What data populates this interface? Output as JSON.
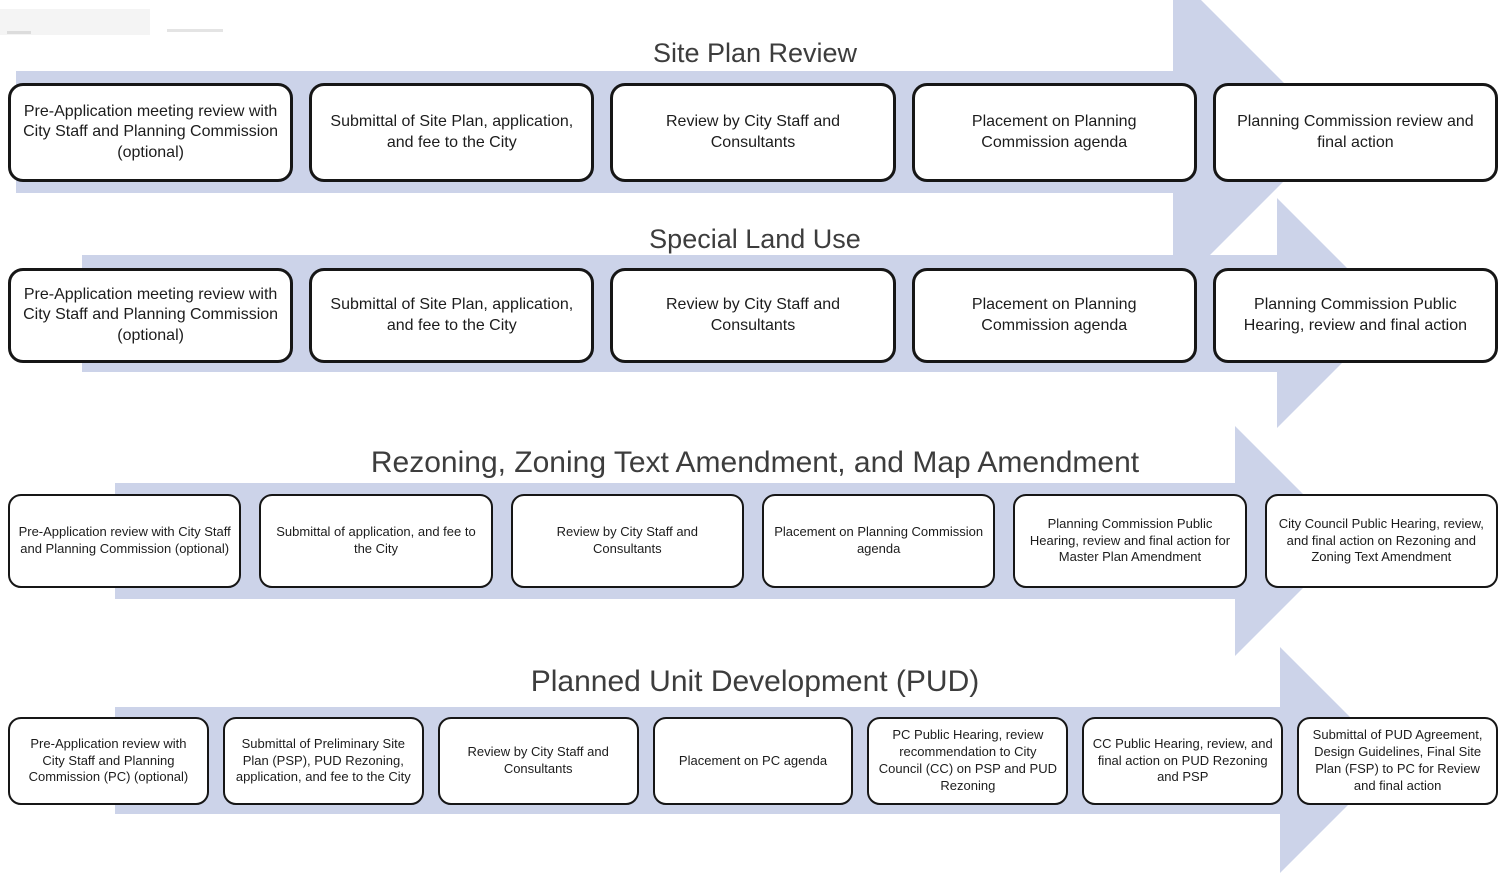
{
  "diagram": {
    "rows": [
      {
        "title": "Site Plan Review",
        "steps": [
          "Pre-Application meeting review with City Staff and Planning Commission (optional)",
          "Submittal of Site Plan, application, and fee to the City",
          "Review by City Staff and Consultants",
          "Placement on Planning Commission agenda",
          "Planning Commission review and final action"
        ]
      },
      {
        "title": "Special Land Use",
        "steps": [
          "Pre-Application meeting review with City Staff and Planning Commission (optional)",
          "Submittal of Site Plan, application, and fee to the City",
          "Review by City Staff and Consultants",
          "Placement on Planning Commission agenda",
          "Planning Commission Public Hearing, review and final action"
        ]
      },
      {
        "title": "Rezoning, Zoning Text Amendment, and Map Amendment",
        "steps": [
          "Pre-Application review with City Staff and Planning Commission (optional)",
          "Submittal of application, and fee to the City",
          "Review by City Staff and Consultants",
          "Placement on Planning Commission agenda",
          "Planning Commission Public Hearing, review and final action for Master Plan Amendment",
          "City Council Public Hearing, review, and final action on Rezoning and Zoning Text Amendment"
        ]
      },
      {
        "title": "Planned Unit Development (PUD)",
        "steps": [
          "Pre-Application review with City Staff and Planning Commission (PC) (optional)",
          "Submittal of Preliminary Site Plan (PSP), PUD Rezoning, application, and fee to the City",
          "Review by City Staff and Consultants",
          "Placement on PC agenda",
          "PC Public Hearing, review recommendation to City Council (CC) on PSP and PUD Rezoning",
          "CC Public Hearing, review, and final action on PUD Rezoning and PSP",
          "Submittal of PUD Agreement, Design Guidelines, Final Site Plan (FSP) to PC for Review and final action"
        ]
      }
    ]
  },
  "colors": {
    "arrow": "#ccd3e9",
    "box_border": "#161616",
    "box_fill": "#ffffff",
    "title_text": "#3d3d3d",
    "box_text": "#1c1c1c"
  }
}
